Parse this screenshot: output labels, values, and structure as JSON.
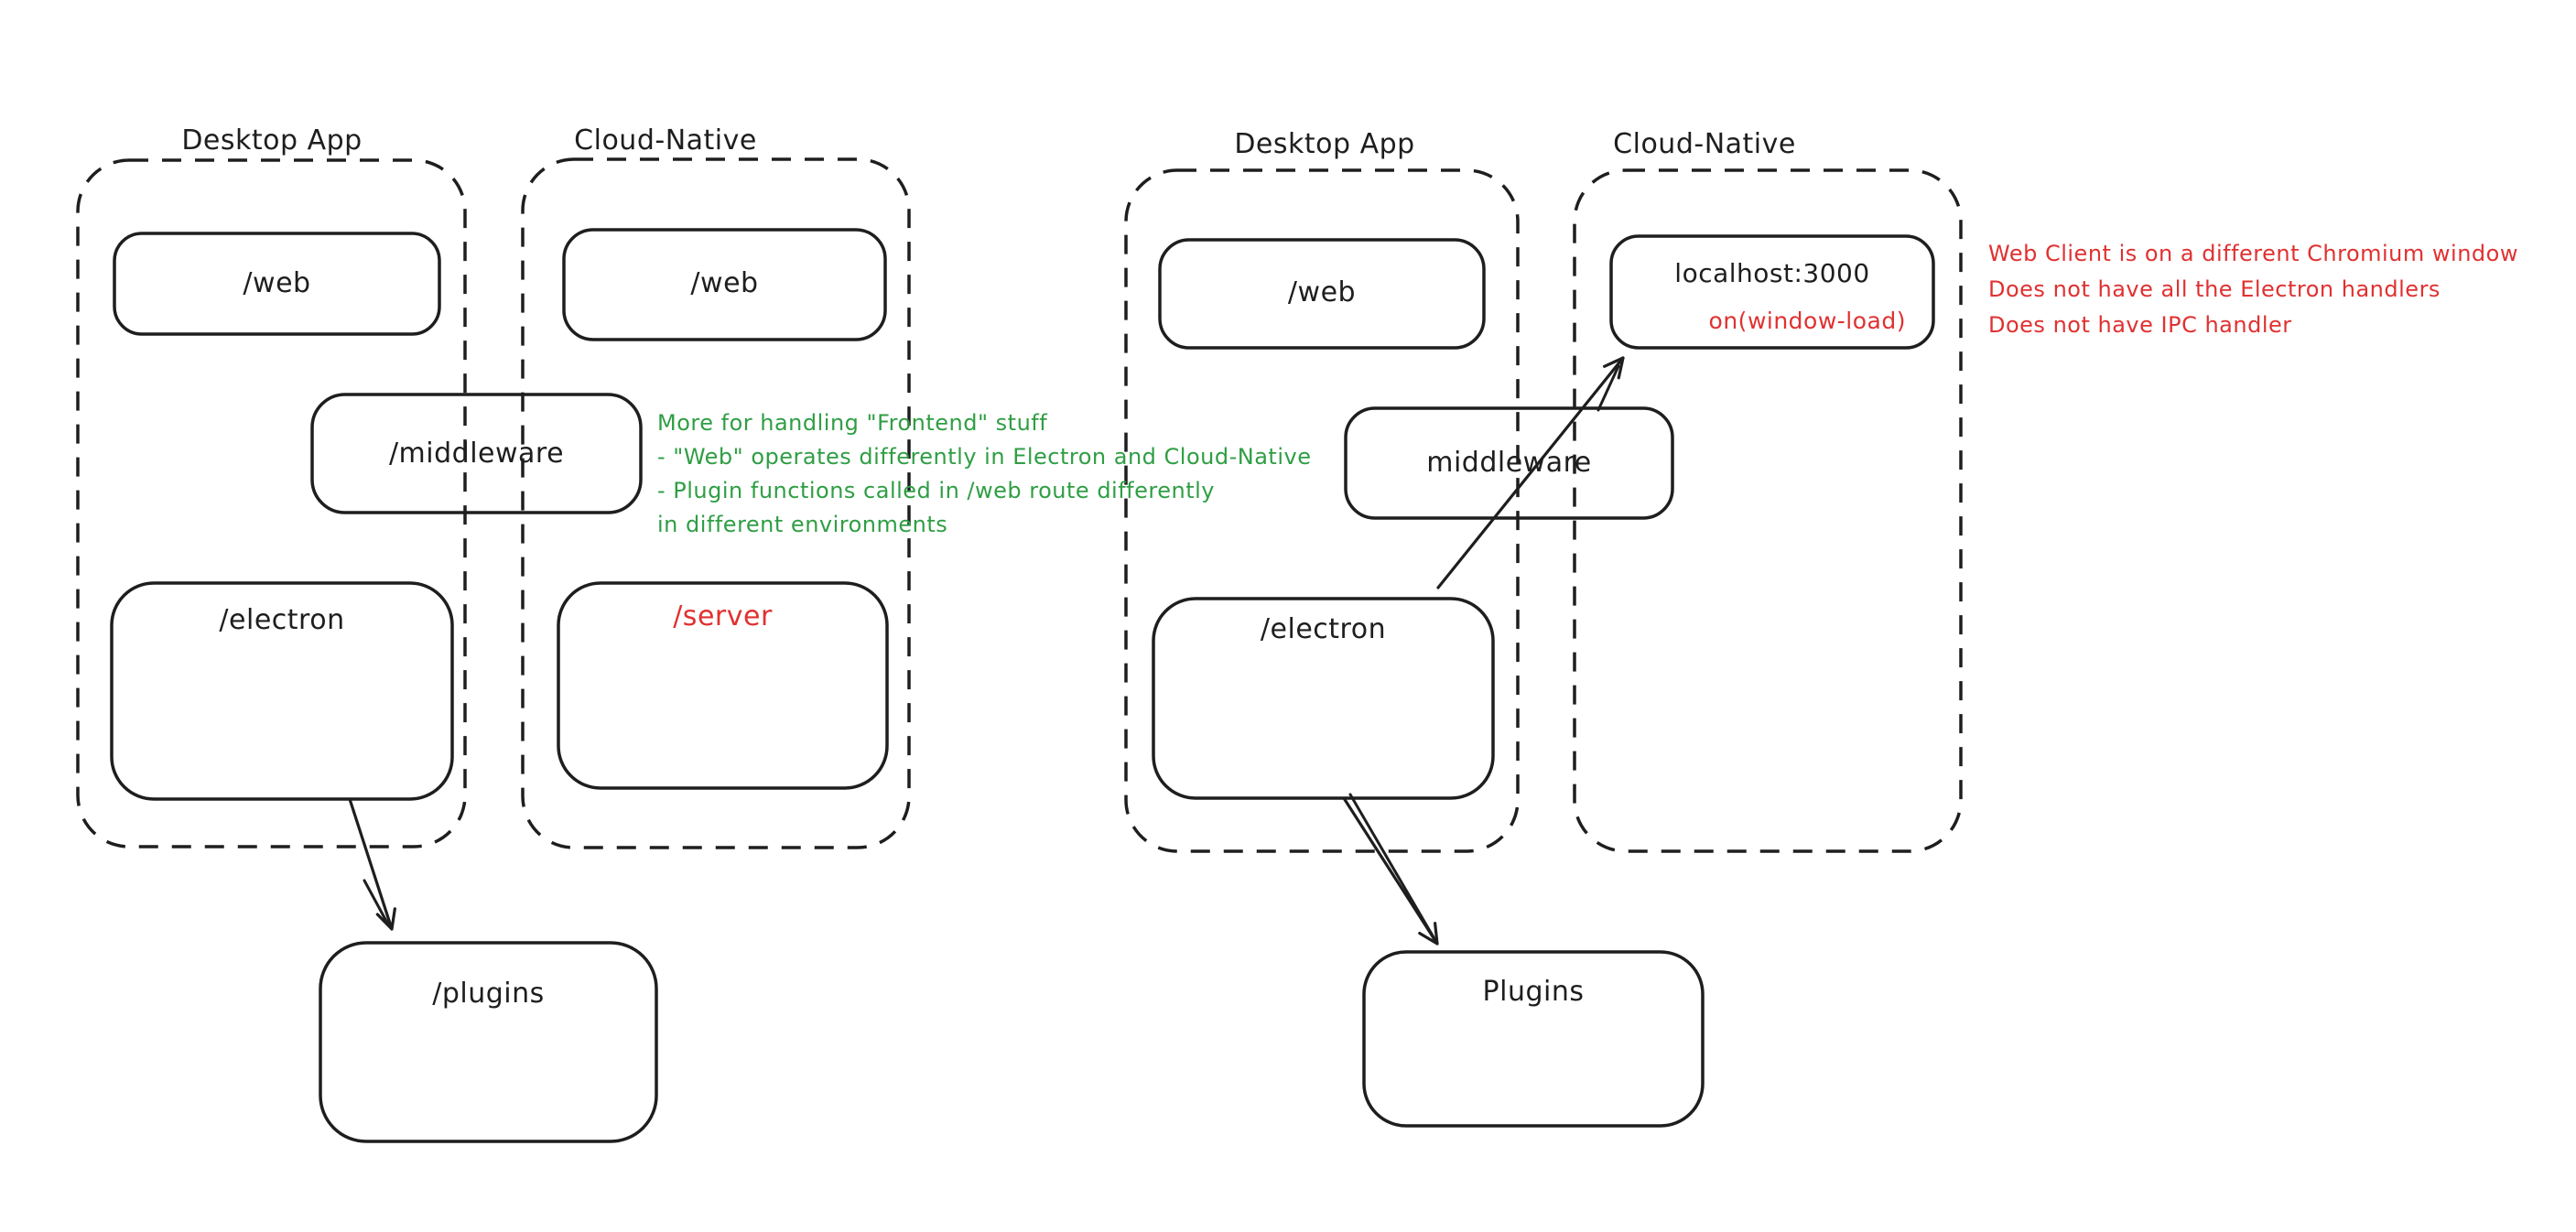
{
  "colors": {
    "background": "#ffffff",
    "stroke": "#1e1e1e",
    "green": "#2f9e44",
    "red": "#e03131"
  },
  "left": {
    "desktop_title": "Desktop App",
    "cloud_title": "Cloud-Native",
    "desktop_web": "/web",
    "cloud_web": "/web",
    "middleware": "/middleware",
    "electron": "/electron",
    "server": "/server",
    "plugins": "/plugins",
    "green_note_lines": [
      "More for handling \"Frontend\" stuff",
      "- \"Web\" operates differently in Electron and Cloud-Native",
      "- Plugin functions called in /web route differently",
      "in different environments"
    ]
  },
  "right": {
    "desktop_title": "Desktop App",
    "cloud_title": "Cloud-Native",
    "desktop_web": "/web",
    "localhost_title": "localhost:3000",
    "localhost_event": "on(window-load)",
    "middleware": "middleware",
    "electron": "/electron",
    "plugins": "Plugins",
    "red_note_lines": [
      "Web Client is on a different Chromium window",
      "Does not have all the Electron handlers",
      "Does not have IPC handler"
    ]
  }
}
